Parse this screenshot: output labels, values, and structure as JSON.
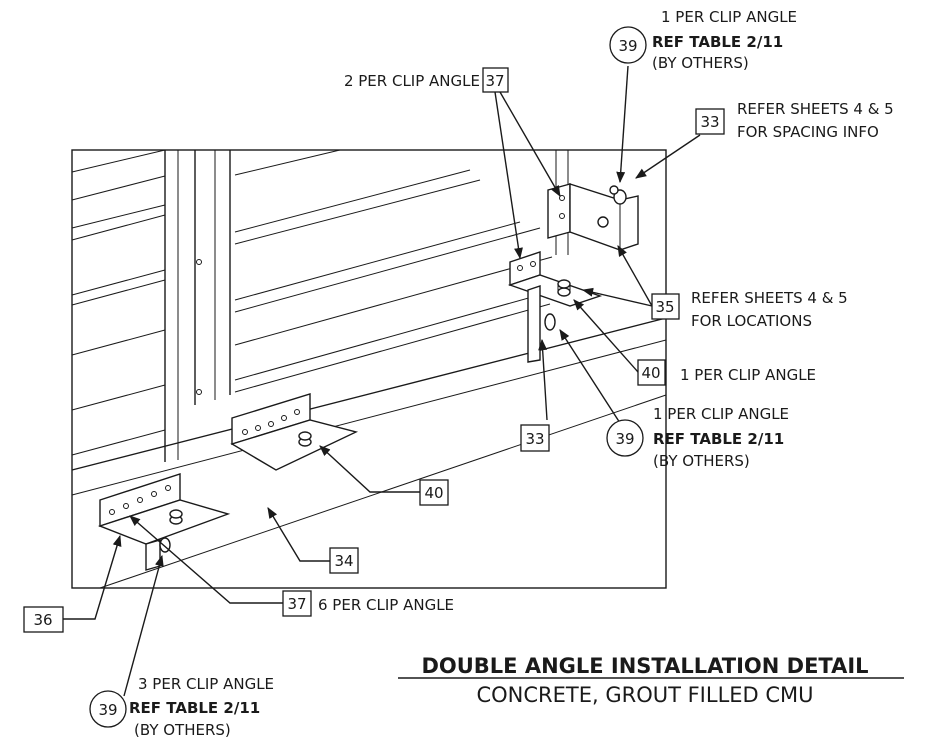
{
  "title": "DOUBLE ANGLE INSTALLATION DETAIL",
  "subtitle": "CONCRETE, GROUT FILLED CMU",
  "callouts": {
    "c39_top": {
      "number": "39",
      "line1": "1 PER CLIP ANGLE",
      "line2": "REF TABLE 2/11",
      "line3": "(BY OTHERS)"
    },
    "c37_top": {
      "number": "37",
      "label": "2 PER CLIP ANGLE"
    },
    "c33_top": {
      "number": "33",
      "line1": "REFER SHEETS 4 & 5",
      "line2": "FOR SPACING INFO"
    },
    "c35": {
      "number": "35",
      "line1": "REFER SHEETS 4 & 5",
      "line2": "FOR LOCATIONS"
    },
    "c40_right": {
      "number": "40",
      "label": "1 PER CLIP ANGLE"
    },
    "c33_mid": {
      "number": "33"
    },
    "c39_mid": {
      "number": "39",
      "line1": "1 PER CLIP ANGLE",
      "line2": "REF TABLE 2/11",
      "line3": "(BY OTHERS)"
    },
    "c40_mid": {
      "number": "40"
    },
    "c34": {
      "number": "34"
    },
    "c36": {
      "number": "36"
    },
    "c37_bottom": {
      "number": "37",
      "label": "6 PER CLIP ANGLE"
    },
    "c39_bottom": {
      "number": "39",
      "line1": "3 PER CLIP ANGLE",
      "line2": "REF TABLE 2/11",
      "line3": "(BY OTHERS)"
    }
  }
}
